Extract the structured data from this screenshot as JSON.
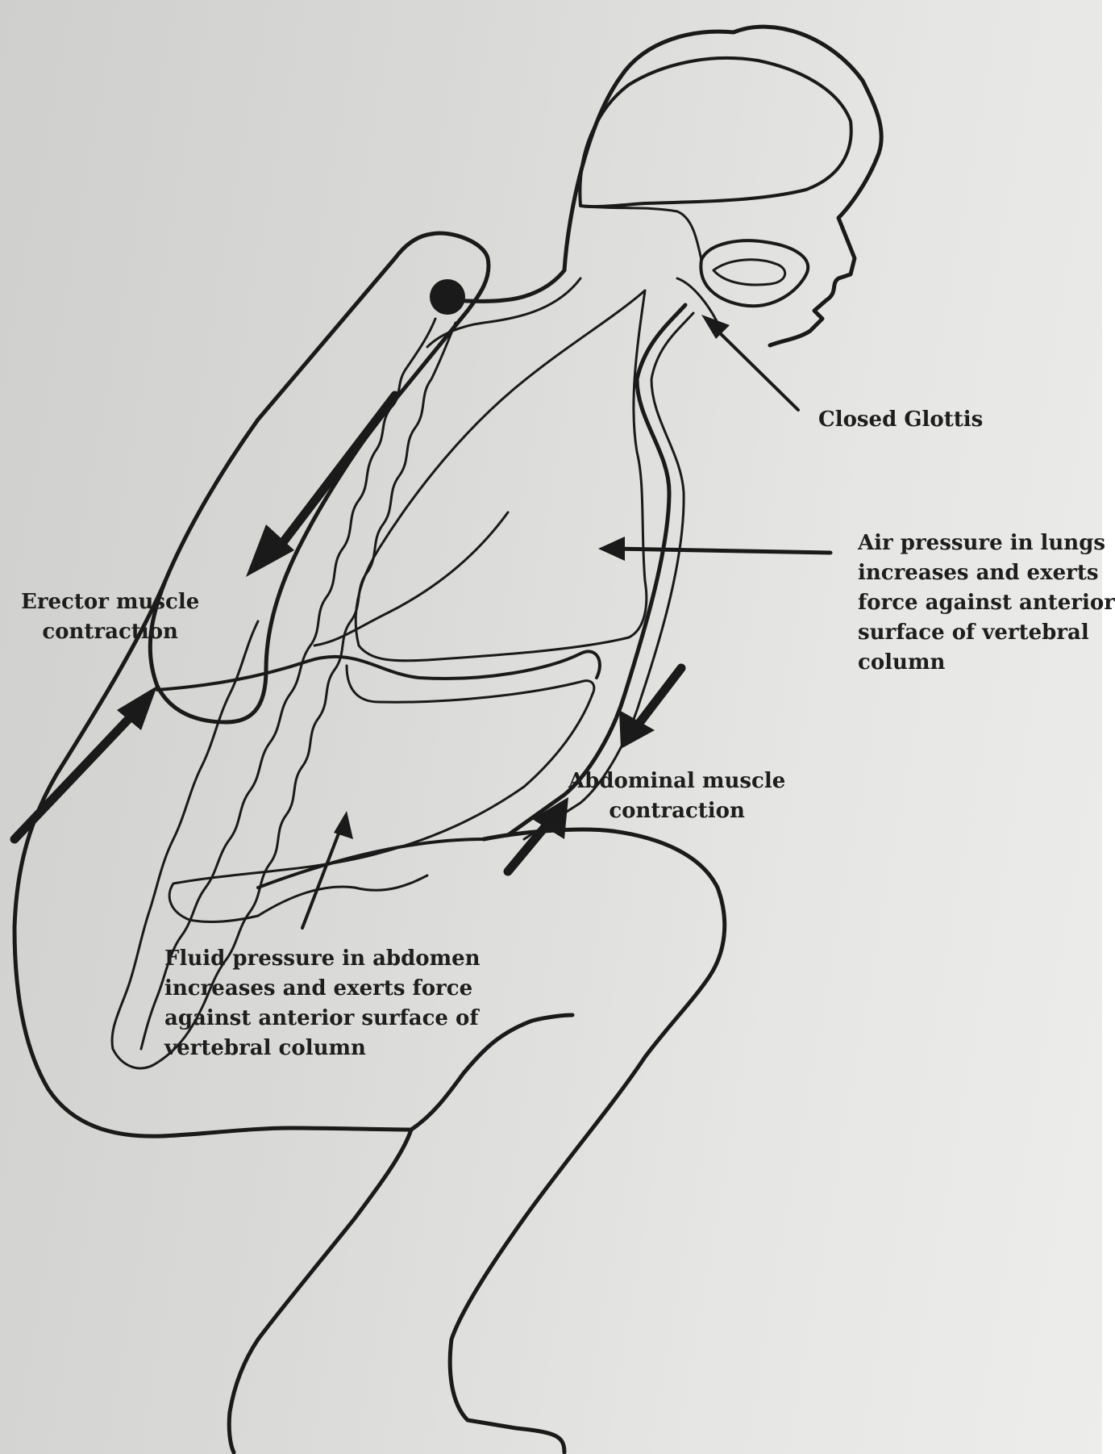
{
  "labels": {
    "closed_glottis": "Closed Glottis",
    "air_pressure": "Air pressure in lungs\nincreases and exerts\nforce against anterior\nsurface of vertebral\ncolumn",
    "erector_muscle": "Erector muscle\ncontraction",
    "abdominal_muscle": "Abdominal muscle\ncontraction",
    "fluid_pressure": "Fluid pressure in abdomen\nincreases and exerts force\nagainst anterior surface of\nvertebral column"
  },
  "colors": {
    "paper": "#d9d9d7",
    "ink": "#1a1a1a"
  }
}
